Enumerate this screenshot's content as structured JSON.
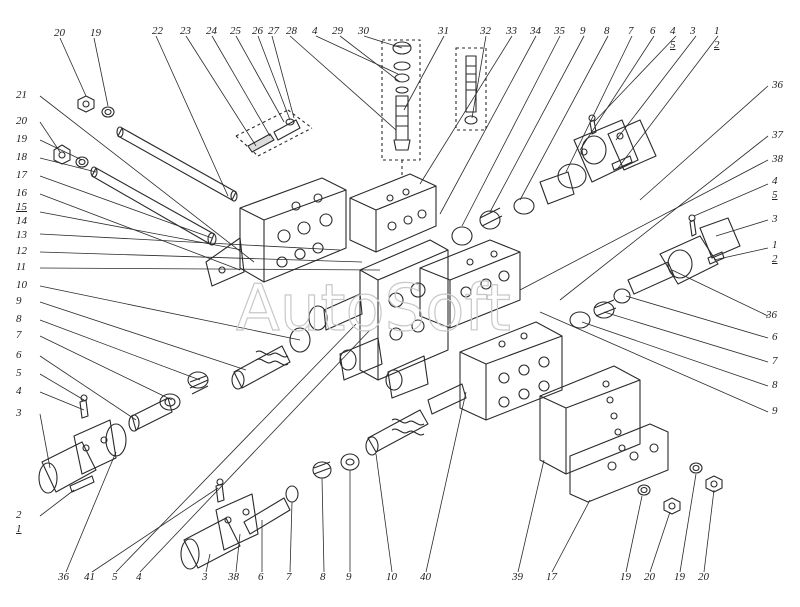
{
  "diagram": {
    "watermark": "AutoSoft",
    "colors": {
      "ink": "#2a2a2a",
      "paper": "#ffffff",
      "watermark": "#c8c8c8"
    },
    "labels": {
      "top": [
        "20",
        "19",
        "22",
        "23",
        "24",
        "25",
        "26",
        "27",
        "28",
        "4",
        "29",
        "30",
        "31",
        "32",
        "33",
        "34",
        "35",
        "9",
        "8",
        "7",
        "6",
        "4",
        "5",
        "3",
        "1",
        "2"
      ],
      "left": [
        "21",
        "20",
        "19",
        "18",
        "17",
        "16",
        "15",
        "14",
        "13",
        "12",
        "11",
        "10",
        "9",
        "8",
        "7",
        "6",
        "5",
        "4",
        "3",
        "2",
        "1"
      ],
      "right": [
        "36",
        "37",
        "38",
        "4",
        "5",
        "3",
        "1",
        "2",
        "36",
        "6",
        "7",
        "8",
        "9"
      ],
      "bottom": [
        "36",
        "41",
        "5",
        "4",
        "3",
        "38",
        "6",
        "7",
        "8",
        "9",
        "10",
        "40",
        "39",
        "17",
        "19",
        "20",
        "19",
        "20"
      ]
    }
  }
}
